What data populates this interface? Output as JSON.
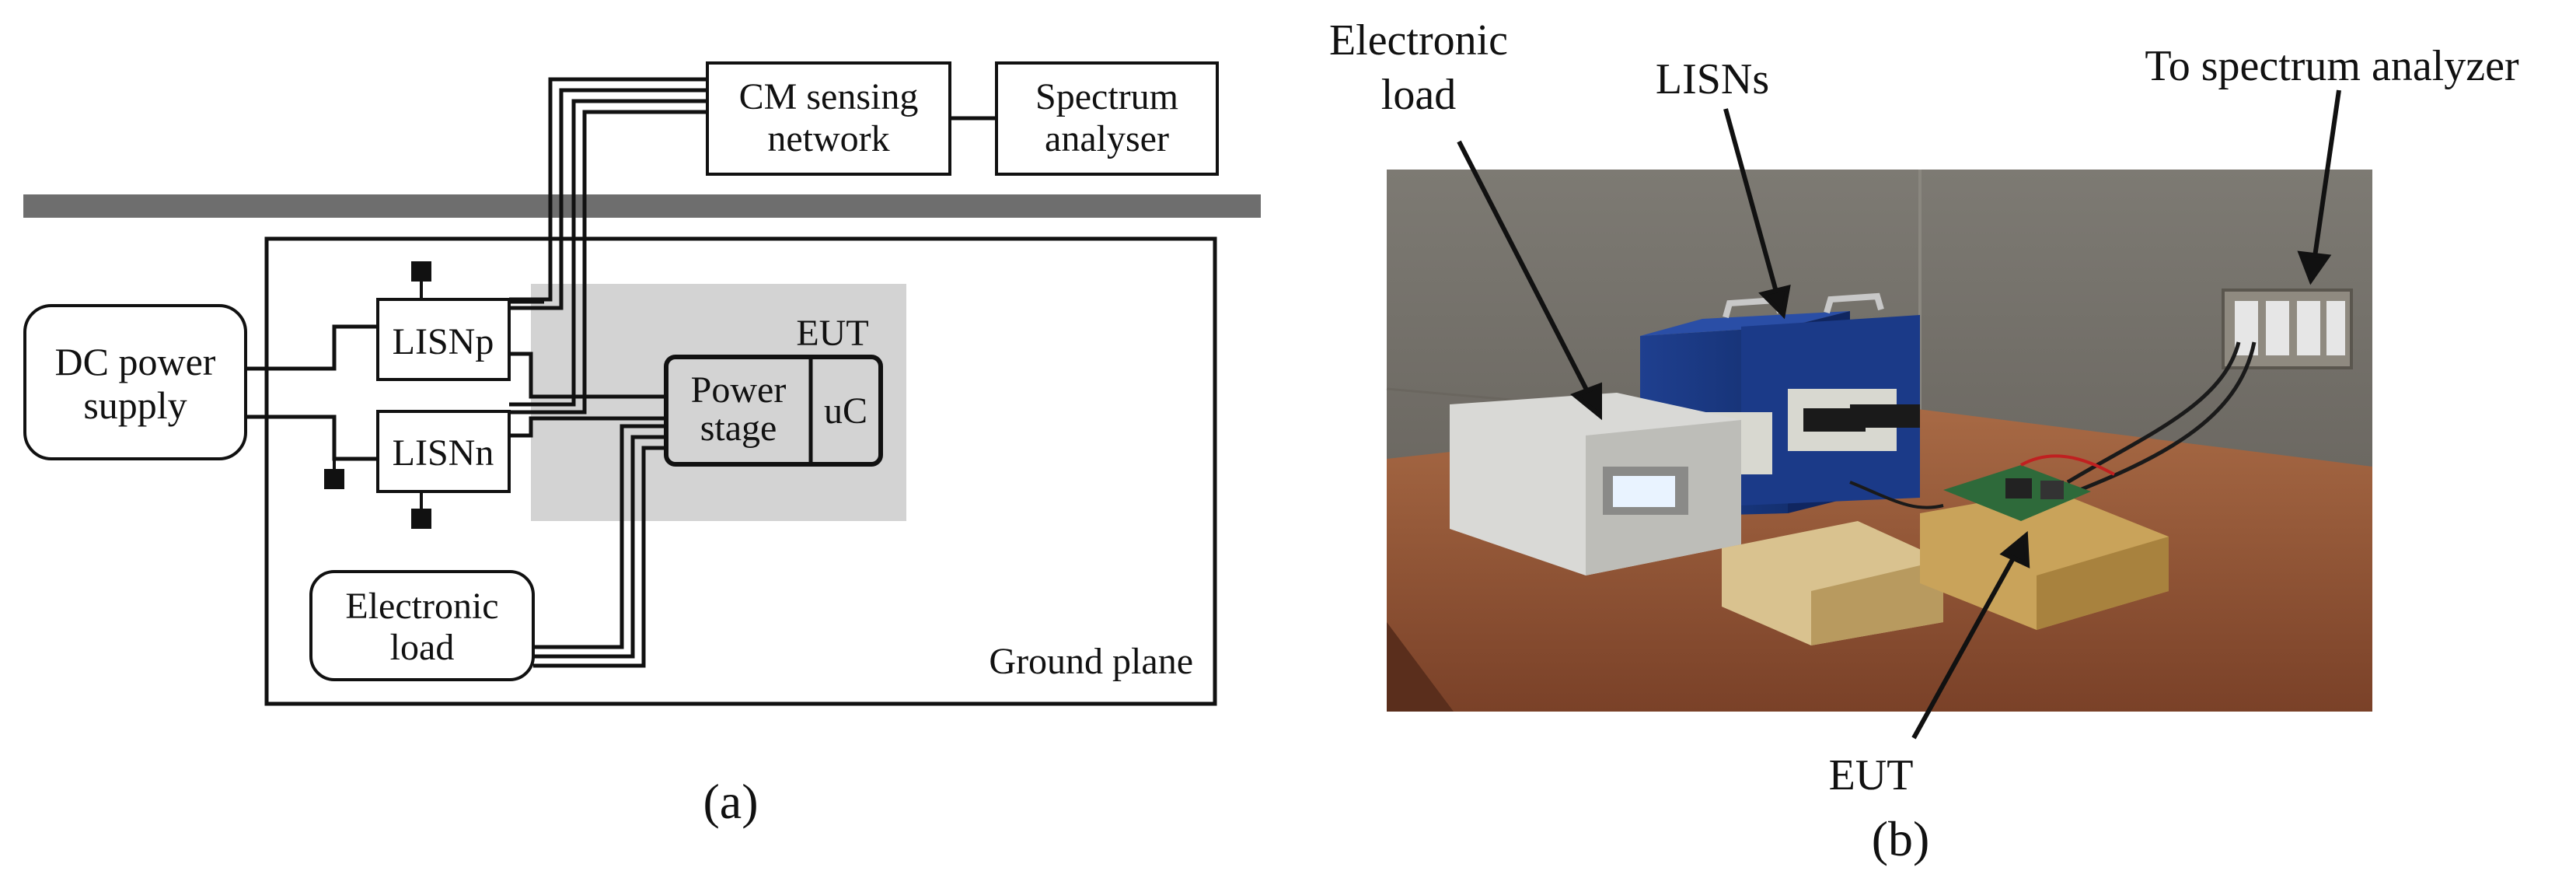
{
  "panel_a": {
    "caption": "(a)",
    "cm_sensing_line1": "CM sensing",
    "cm_sensing_line2": "network",
    "spectrum_line1": "Spectrum",
    "spectrum_line2": "analyser",
    "dc_line1": "DC power",
    "dc_line2": "supply",
    "lisn_p": "LISNp",
    "lisn_n": "LISNn",
    "eut": "EUT",
    "power_line1": "Power",
    "power_line2": "stage",
    "uc": "uC",
    "load_line1": "Electronic",
    "load_line2": "load",
    "ground_plane": "Ground plane"
  },
  "panel_b": {
    "caption": "(b)",
    "electronic_load_line1": "Electronic",
    "electronic_load_line2": "load",
    "lisns": "LISNs",
    "to_spectrum": "To spectrum analyzer",
    "eut": "EUT"
  },
  "colors": {
    "ink": "#111111",
    "gray_bar": "#6e6e6e",
    "eut_shade": "#d3d3d3"
  }
}
